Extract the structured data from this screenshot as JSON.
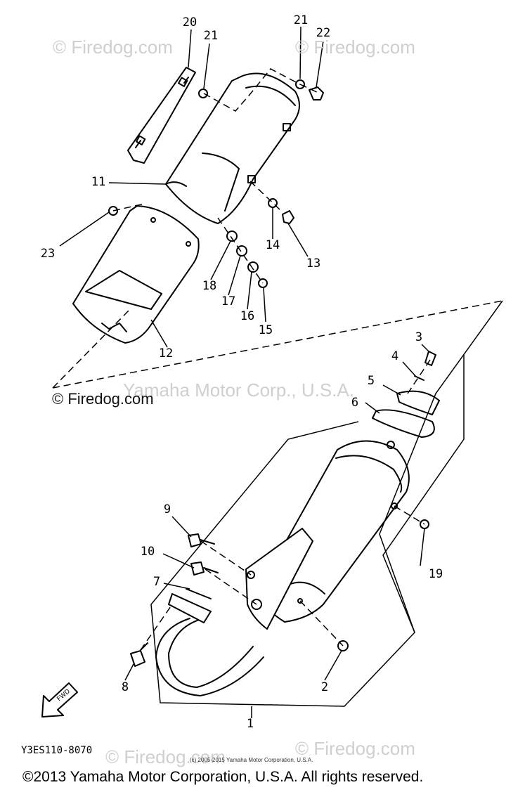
{
  "watermarks": {
    "firedog": "© Firedog.com",
    "firedog_light": "© Firedog.com",
    "yamaha_light": "Yamaha Motor Corp., U.S.A."
  },
  "callouts": [
    "1",
    "2",
    "3",
    "4",
    "5",
    "6",
    "7",
    "8",
    "9",
    "10",
    "11",
    "12",
    "13",
    "14",
    "15",
    "16",
    "17",
    "18",
    "19",
    "20",
    "21",
    "21",
    "22",
    "23"
  ],
  "diagram_code": "Y3ES110-8070",
  "small_notice": "(c) 2005-2015 Yamaha Motor Corporation, U.S.A.",
  "copyright": "©2013 Yamaha Motor Corporation, U.S.A. All rights reserved.",
  "fwd_label": "FWD"
}
